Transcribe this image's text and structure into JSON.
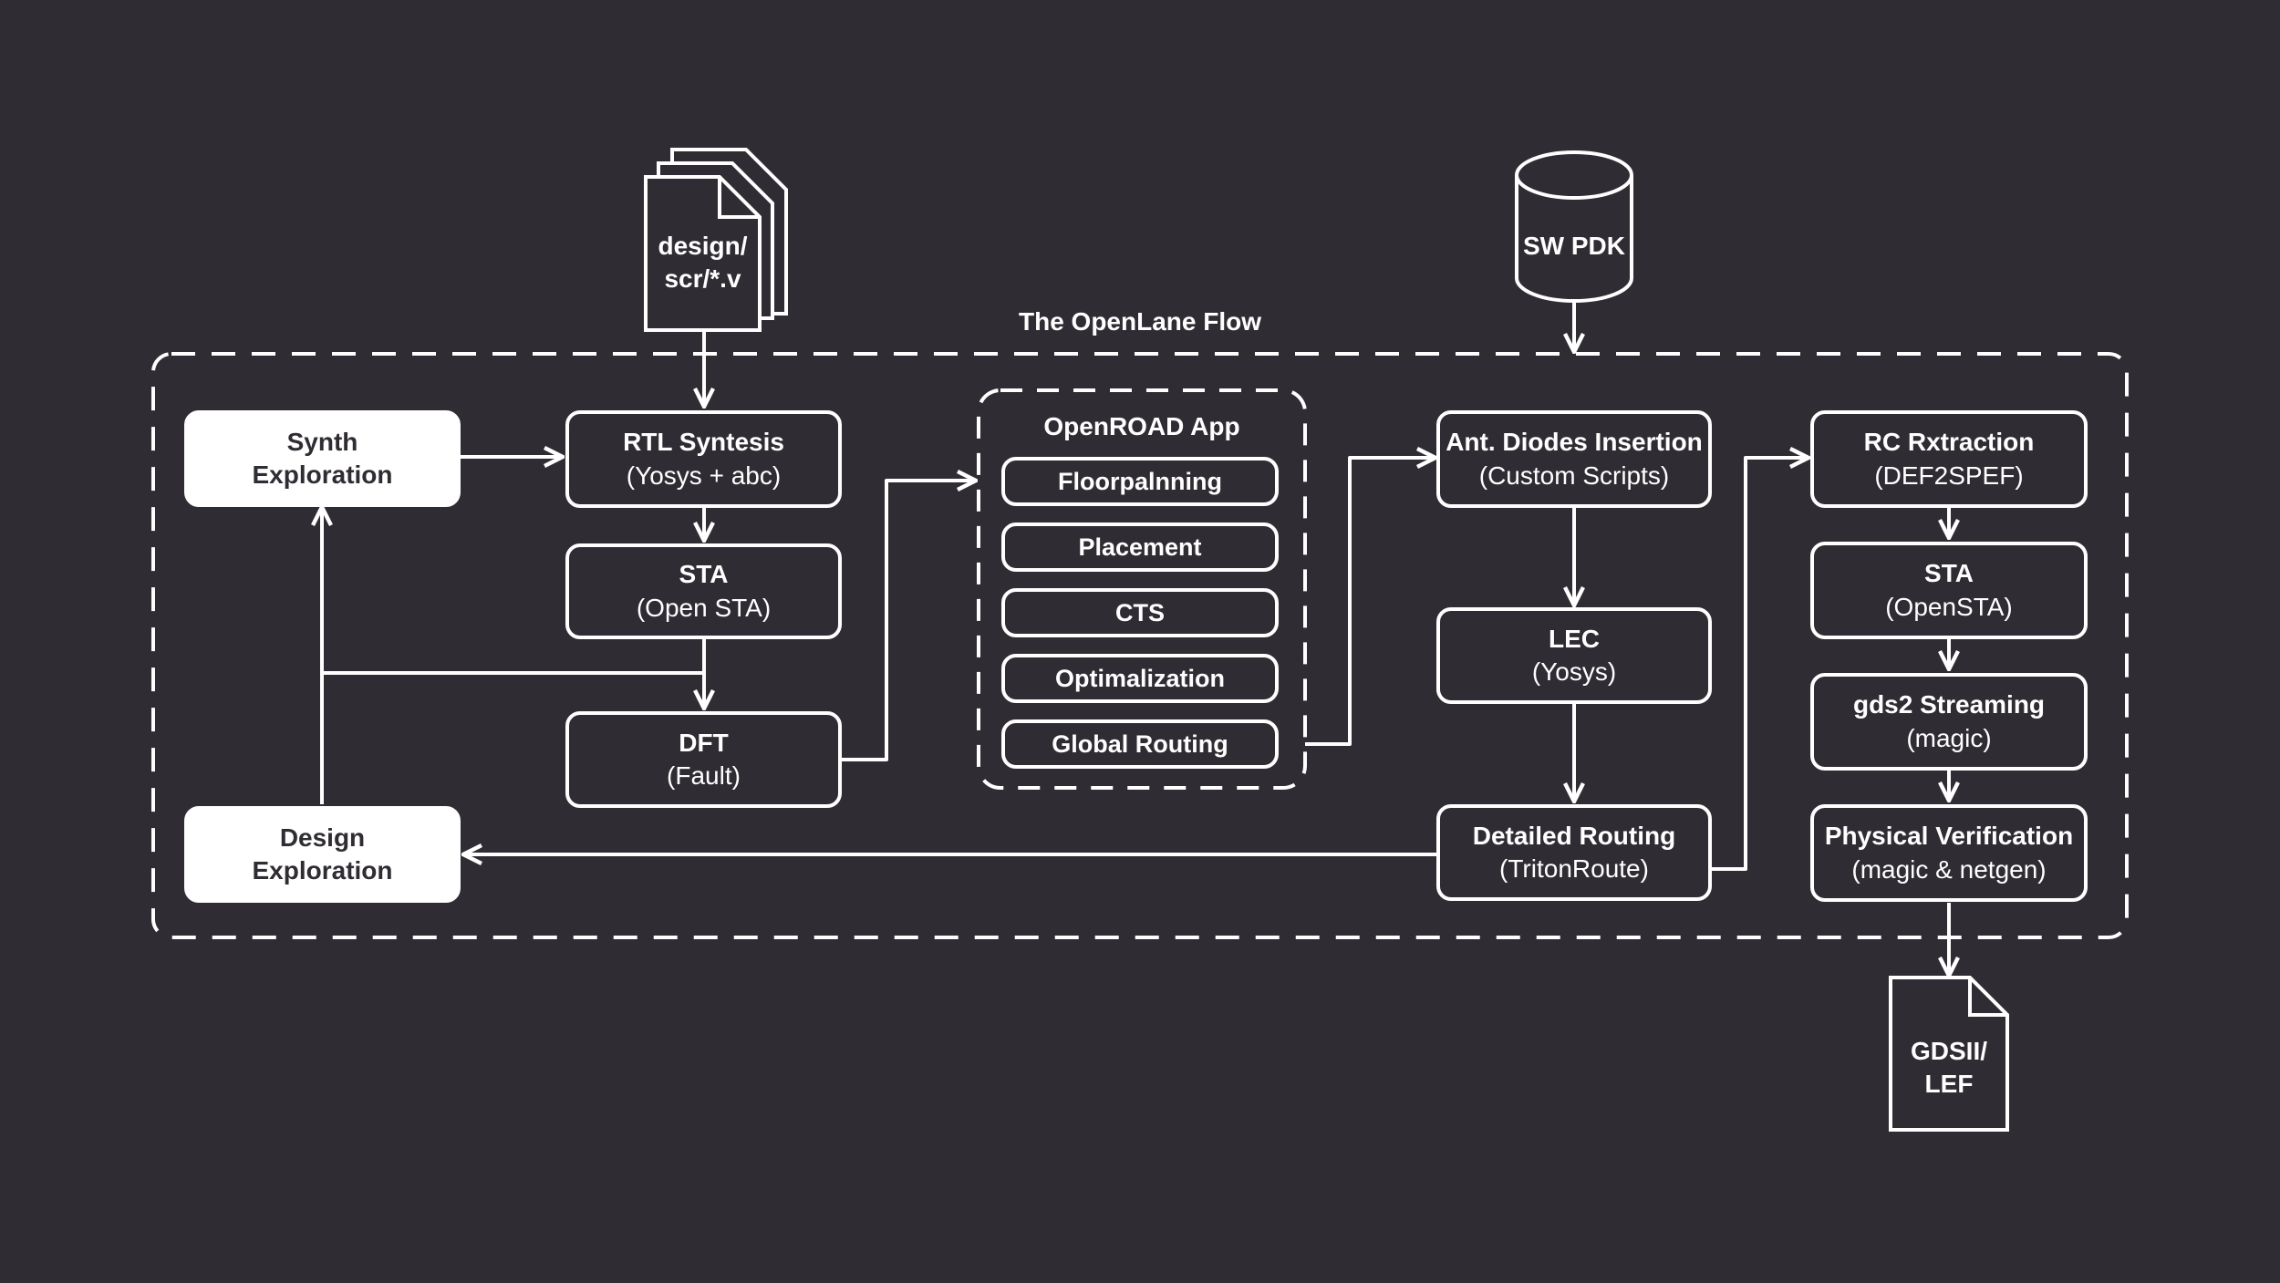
{
  "colors": {
    "background": "#302c33",
    "stroke": "#ffffff"
  },
  "flow_title": "The OpenLane Flow",
  "inputs": {
    "design_files": {
      "line1": "design/",
      "line2": "scr/*.v",
      "icon": "stacked-documents-icon"
    },
    "pdk": {
      "label": "SW PDK",
      "icon": "database-cylinder-icon"
    }
  },
  "exploration": {
    "synth": {
      "line1": "Synth",
      "line2": "Exploration"
    },
    "design": {
      "line1": "Design",
      "line2": "Exploration"
    }
  },
  "synthesis": {
    "rtl": {
      "title": "RTL Syntesis",
      "subtitle": "(Yosys + abc)"
    },
    "sta": {
      "title": "STA",
      "subtitle": "(Open STA)"
    },
    "dft": {
      "title": "DFT",
      "subtitle": "(Fault)"
    }
  },
  "openroad": {
    "title": "OpenROAD App",
    "steps": [
      "Floorpalnning",
      "Placement",
      "CTS",
      "Optimalization",
      "Global Routing"
    ]
  },
  "routing": {
    "diodes": {
      "title": "Ant. Diodes Insertion",
      "subtitle": "(Custom Scripts)"
    },
    "lec": {
      "title": "LEC",
      "subtitle": "(Yosys)"
    },
    "detailed": {
      "title": "Detailed Routing",
      "subtitle": "(TritonRoute)"
    }
  },
  "signoff": {
    "rc": {
      "title": "RC Rxtraction",
      "subtitle": "(DEF2SPEF)"
    },
    "sta": {
      "title": "STA",
      "subtitle": "(OpenSTA)"
    },
    "gds": {
      "title": "gds2 Streaming",
      "subtitle": "(magic)"
    },
    "pv": {
      "title": "Physical Verification",
      "subtitle": "(magic & netgen)"
    }
  },
  "output": {
    "line1": "GDSII/",
    "line2": "LEF",
    "icon": "document-icon"
  }
}
